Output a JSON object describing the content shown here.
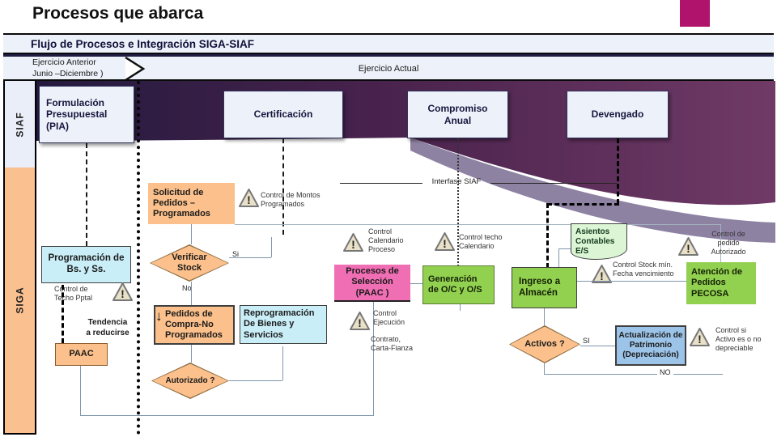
{
  "title": "Procesos que abarca",
  "header": {
    "bar_title": "Flujo de Procesos e Integración SIGA-SIAF",
    "period_previous": "Ejercicio Anterior\nJunio –Diciembre )",
    "period_current": "Ejercicio Actual"
  },
  "lanes": {
    "siaf": "SIAF",
    "siga": "SIGA"
  },
  "siaf_row": {
    "formulacion": "Formulación\nPresupuestal\n(PIA)",
    "certificacion": "Certificación",
    "compromiso": "Compromiso\nAnual",
    "devengado": "Devengado"
  },
  "interfase": "Interfase SIAF",
  "siga_nodes": {
    "solicitud": "Solicitud de\nPedidos –\nProgramados",
    "programacion": "Programación de\nBs. y Ss.",
    "verificar": "Verificar\nStock",
    "paac": "PAAC",
    "pedidos": "Pedidos de\nCompra-No\nProgramados",
    "reprogramacion": "Reprogramación\nDe Bienes y\nServicios",
    "autorizado": "Autorizado ?",
    "procesos": "Procesos de\nSelección\n(PAAC )",
    "generacion": "Generación\nde O/C y O/S",
    "ingreso": "Ingreso a\nAlmacén",
    "asientos": "Asientos\nContables\nE/S",
    "atencion": "Atención de\nPedidos\nPECOSA",
    "activos": "Activos ?",
    "actualizacion": "Actualización de\nPatrimonio\n(Depreciación)"
  },
  "warnings": [
    {
      "label": "Control de Montos\nProgramados"
    },
    {
      "label": "Control de\nTecho Pptal"
    },
    {
      "label": "Control\nCalendario\nProceso"
    },
    {
      "label": "Control techo\nCalendario"
    },
    {
      "label": "Control\nEjecución"
    },
    {
      "label": "Control Stock mín.\nFecha vencimiento"
    },
    {
      "label": "Control de\npedido\nAutorizado"
    },
    {
      "label": "Control si\nActivo es o no\ndepreciable"
    }
  ],
  "edge_labels": {
    "verificar_si": "Si",
    "verificar_no": "No",
    "activos_si": "SI",
    "activos_no": "NO"
  },
  "annotations": {
    "tendencia": "Tendencia\na reducirse",
    "contrato": "Contrato,\nCarta-Fianza"
  },
  "icons": {
    "down_arrow": "↓"
  },
  "colors": {
    "accent_magenta": "#b0136b",
    "band_dark": "#231a3e",
    "band_purple": "#703a66",
    "orange": "#fbc08b",
    "cyan": "#c9eef8",
    "pink": "#f06eb4",
    "green": "#92d050",
    "blue": "#9cc3e8",
    "callout_green": "#dcf5d4",
    "lavender": "#edf1f9"
  }
}
